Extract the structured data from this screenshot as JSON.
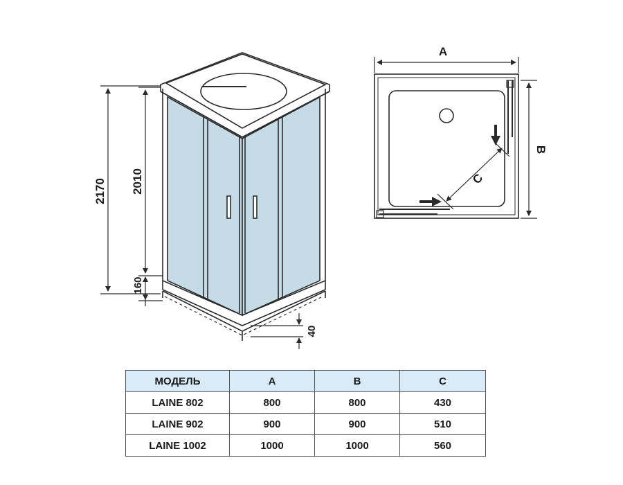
{
  "front_view": {
    "height_total": "2170",
    "height_cabin": "2010",
    "height_base": "160",
    "height_leg": "40"
  },
  "plan_view": {
    "dim_a": "A",
    "dim_b": "B",
    "dim_c": "C"
  },
  "spec_table": {
    "headers": [
      "МОДЕЛЬ",
      "A",
      "B",
      "C"
    ],
    "rows": [
      [
        "LAINE 802",
        "800",
        "800",
        "430"
      ],
      [
        "LAINE 902",
        "900",
        "900",
        "510"
      ],
      [
        "LAINE 1002",
        "1000",
        "1000",
        "560"
      ]
    ]
  },
  "colors": {
    "glass": "#c5dbe6",
    "table_header": "#d8ebf6",
    "line": "#2a2a2a"
  }
}
